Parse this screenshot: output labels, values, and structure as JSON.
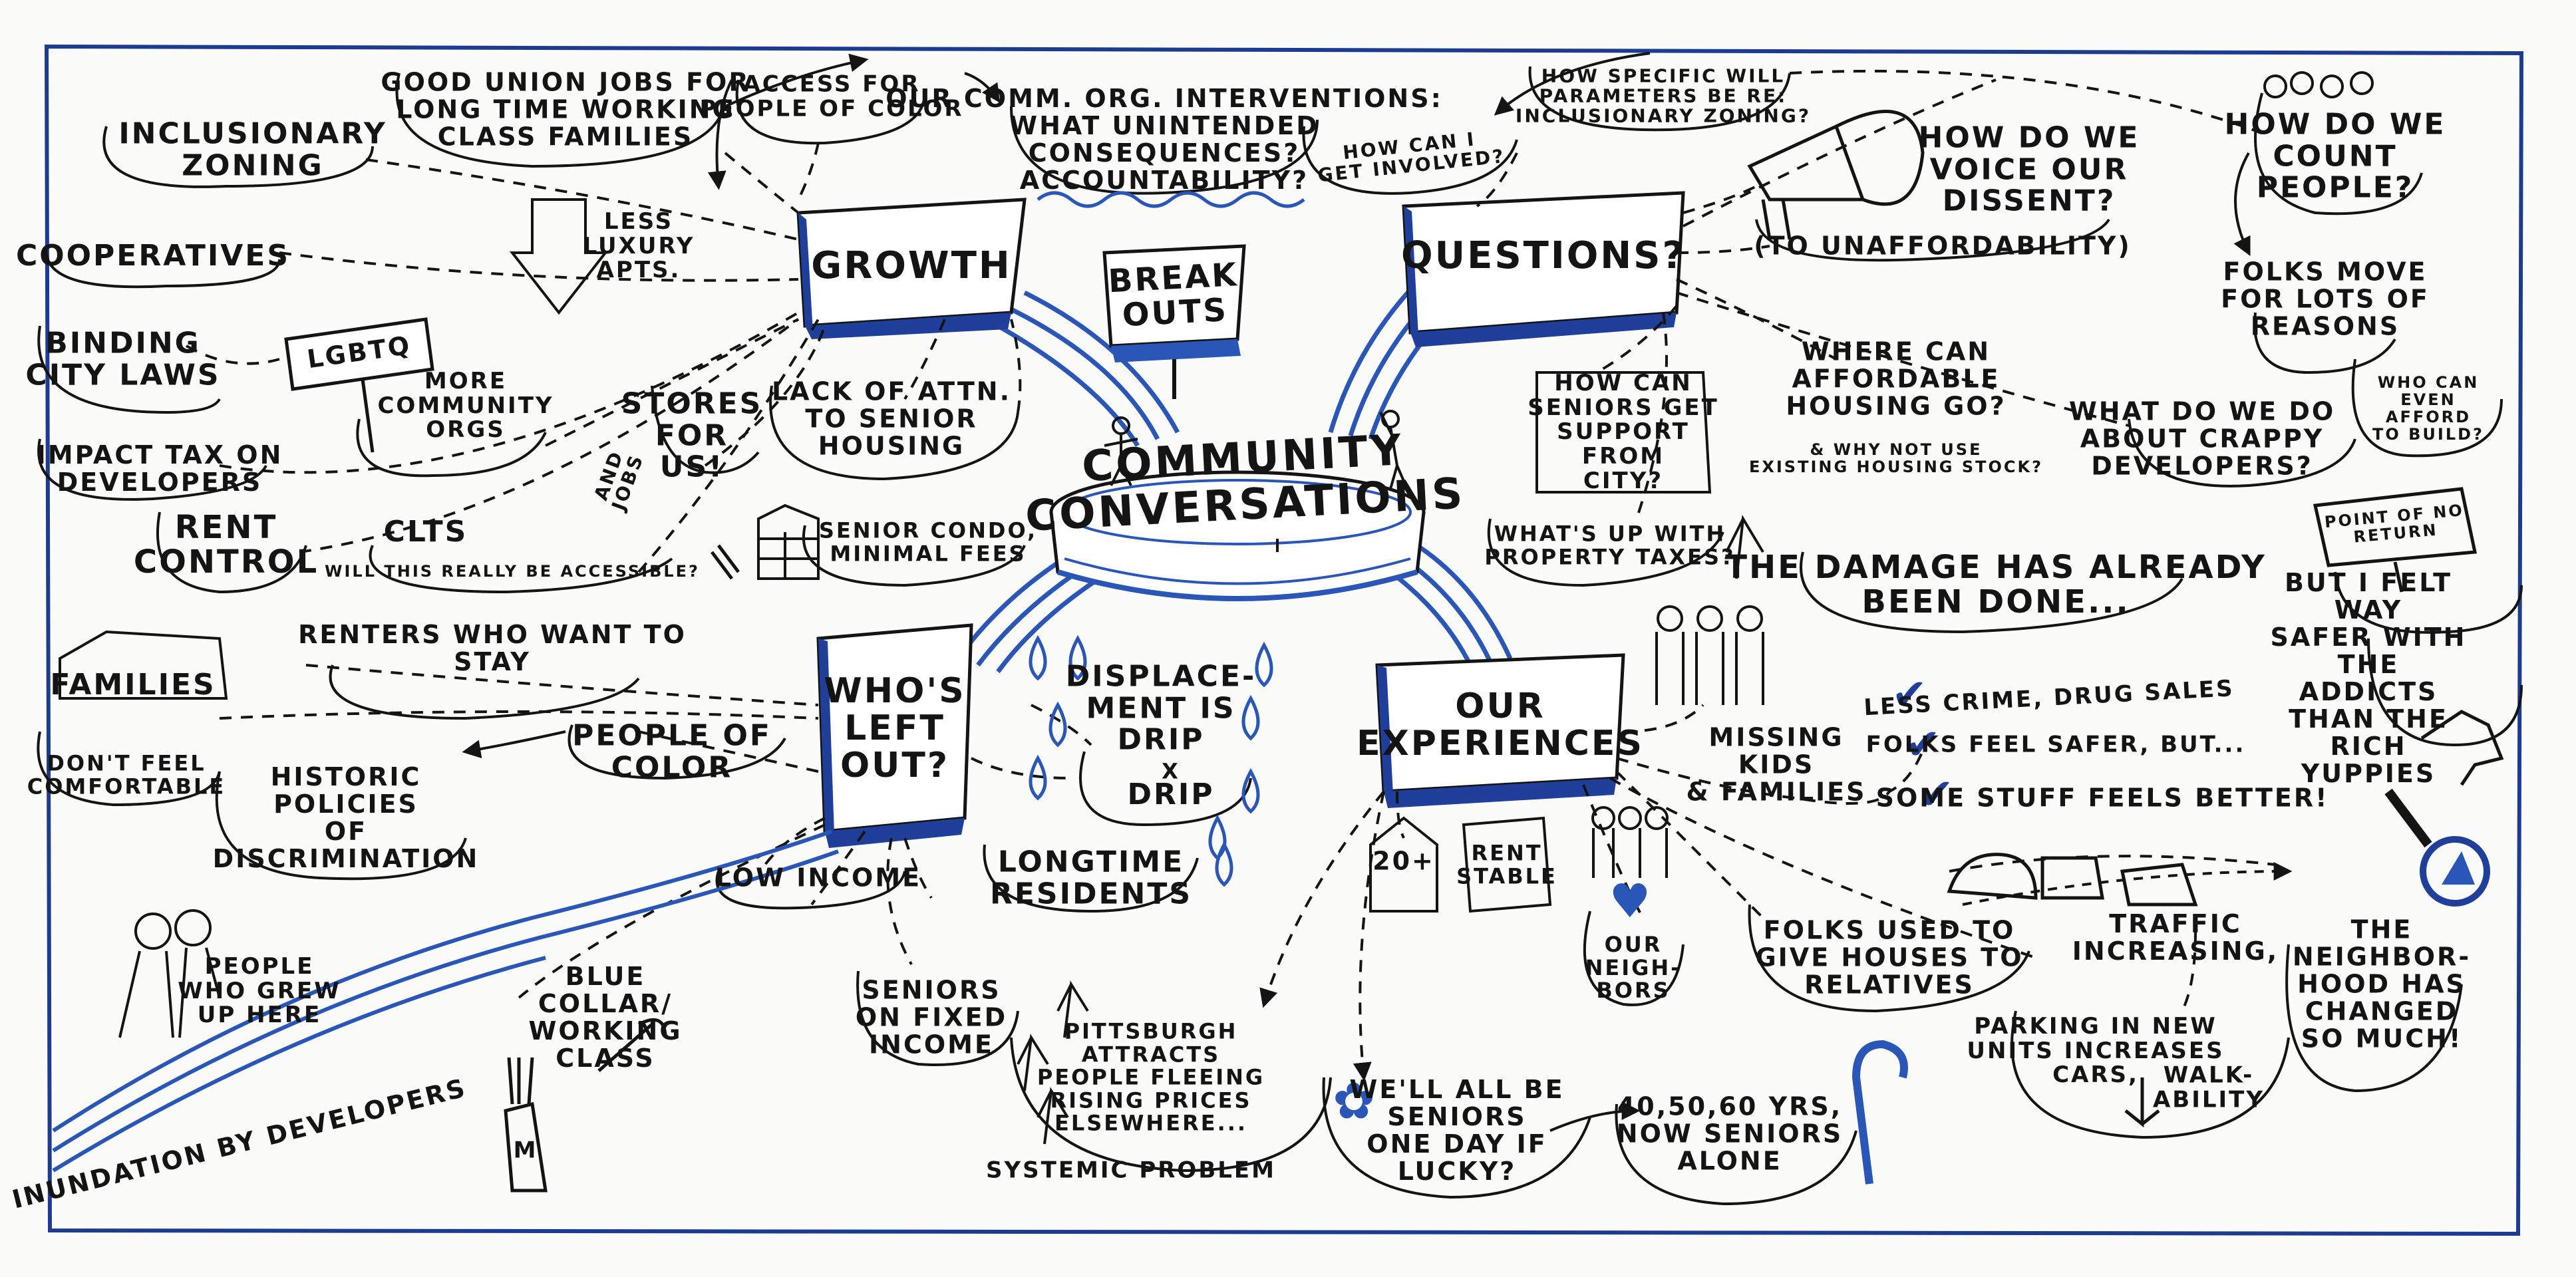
{
  "center": {
    "title": "COMMUNITY\nCONVERSATIONS",
    "sign": "BREAK\nOUTS"
  },
  "branches": {
    "growth": "GROWTH",
    "questions": "QUESTIONS?",
    "whos_left_out": "WHO'S\nLEFT\nOUT?",
    "experiences": "OUR\nEXPERIENCES"
  },
  "growth_notes": {
    "inclusionary": "INCLUSIONARY\nZONING",
    "union_jobs": "GOOD UNION JOBS FOR\nLONG TIME WORKING\nCLASS FAMILIES",
    "access": "ACCESS FOR\nPEOPLE OF COLOR",
    "less_luxury": "LESS\nLUXURY\nAPTS.",
    "cooperatives": "COOPERATIVES",
    "binding": "BINDING\nCITY LAWS",
    "lgbtq": "LGBTQ",
    "more_orgs": "MORE\nCOMMUNITY\nORGS",
    "impact_tax": "IMPACT TAX ON\nDEVELOPERS",
    "stores": "STORES\nFOR\nUS!",
    "and_jobs": "AND\nJOBS",
    "lack_attn": "LACK OF ATTN.\nTO SENIOR\nHOUSING",
    "rent_control": "RENT\nCONTROL",
    "clts": "CLTS",
    "accessible": "WILL THIS REALLY BE ACCESSIBLE?",
    "senior_condo": "SENIOR CONDO,\nMINIMAL FEES"
  },
  "question_notes": {
    "interventions": "OUR COMM. ORG. INTERVENTIONS:\nWHAT UNINTENDED\nCONSEQUENCES?\nACCOUNTABILITY?",
    "get_involved": "HOW CAN I\nGET INVOLVED?",
    "parameters": "HOW SPECIFIC WILL\nPARAMETERS BE RE:\nINCLUSIONARY ZONING?",
    "voice_dissent": "HOW DO WE\nVOICE OUR\nDISSENT?",
    "unaffordability": "(TO UNAFFORDABILITY)",
    "count_people": "HOW DO WE\nCOUNT\nPEOPLE?",
    "folks_move": "FOLKS MOVE\nFOR LOTS OF\nREASONS",
    "seniors_support": "HOW CAN\nSENIORS GET\nSUPPORT\nFROM\nCITY?",
    "where_housing": "WHERE CAN\nAFFORDABLE\nHOUSING GO?",
    "existing_stock": "& WHY NOT USE\nEXISTING HOUSING STOCK?",
    "crappy_devs": "WHAT DO WE DO\nABOUT CRAPPY\nDEVELOPERS?",
    "afford_build": "WHO CAN\nEVEN AFFORD\nTO BUILD?",
    "point_no_return": "POINT OF NO\nRETURN",
    "property_taxes": "WHAT'S UP WITH\nPROPERTY TAXES?",
    "damage": "THE DAMAGE HAS ALREADY\nBEEN DONE..."
  },
  "left_out_notes": {
    "renters": "RENTERS WHO WANT TO\nSTAY",
    "families": "FAMILIES",
    "dont_feel": "DON'T FEEL\nCOMFORTABLE",
    "people_color": "PEOPLE OF\nCOLOR",
    "historic": "HISTORIC\nPOLICIES\nOF\nDISCRIMINATION",
    "displacement": "DISPLACE-\nMENT IS\nDRIP",
    "drip_x": "X",
    "drip2": "DRIP",
    "low_income": "LOW INCOME",
    "longtime": "LONGTIME\nRESIDENTS",
    "grew_up": "PEOPLE\nWHO GREW\nUP HERE",
    "blue_collar": "BLUE\nCOLLAR/\nWORKING\nCLASS",
    "seniors_fixed": "SENIORS\nON FIXED\nINCOME",
    "inundation": "INUNDATION BY DEVELOPERS"
  },
  "experience_notes": {
    "missing_kids": "MISSING\nKIDS\n& FAMILIES",
    "less_crime": "LESS CRIME, DRUG SALES",
    "safer_but": "FOLKS FEEL SAFER, BUT...",
    "stuff_better": "SOME STUFF FEELS BETTER!",
    "felt_safer": "BUT I FELT WAY\nSAFER WITH THE\nADDICTS THAN THE\nRICH YUPPIES",
    "box_20": "20+",
    "rent_stable": "RENT\nSTABLE",
    "neighbors": "OUR\nNEIGH-\nBORS",
    "houses_relatives": "FOLKS USED TO\nGIVE HOUSES TO\nRELATIVES",
    "traffic": "TRAFFIC\nINCREASING,",
    "parking": "PARKING IN NEW\nUNITS INCREASES\nCARS,",
    "walkability": "WALK-\nABILITY",
    "changed": "THE\nNEIGHBOR-\nHOOD HAS\nCHANGED\nSO MUCH!",
    "pittsburgh": "PITTSBURGH\nATTRACTS\nPEOPLE FLEEING\nRISING PRICES\nELSEWHERE...",
    "systemic": "SYSTEMIC PROBLEM",
    "seniors_one_day": "WE'LL ALL BE\nSENIORS\nONE DAY IF\nLUCKY?",
    "seniors_alone": "40,50,60 YRS,\nNOW SENIORS\nALONE",
    "small_m": "M"
  },
  "colors": {
    "ink": "#141414",
    "accent_blue": "#2a56b8",
    "dark_blue": "#1f3f9a",
    "border": "#1d3c8f"
  }
}
